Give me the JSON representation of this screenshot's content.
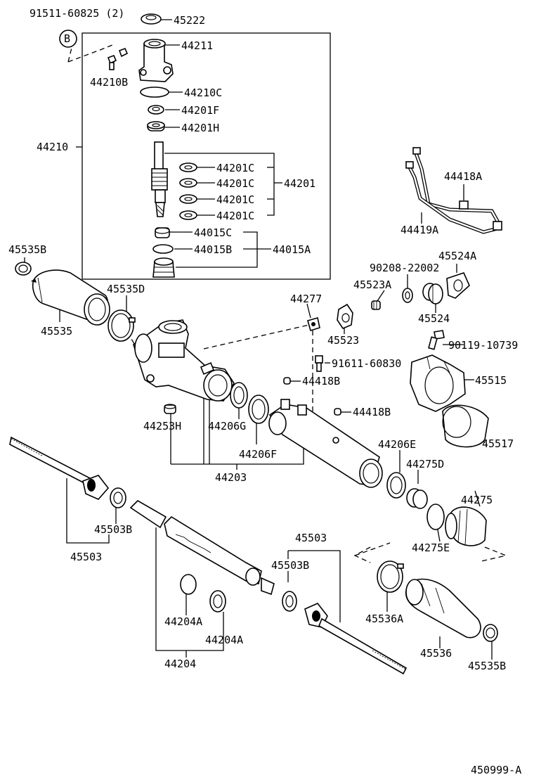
{
  "labels": {
    "l_91511": "91511-60825 (2)",
    "l_45222": "45222",
    "l_44211": "44211",
    "l_44210b": "44210B",
    "l_44210c": "44210C",
    "l_44201f": "44201F",
    "l_44201h": "44201H",
    "l_44210": "44210",
    "l_44201c_1": "44201C",
    "l_44201c_2": "44201C",
    "l_44201c_3": "44201C",
    "l_44201c_4": "44201C",
    "l_44201": "44201",
    "l_44015c": "44015C",
    "l_44015b": "44015B",
    "l_44015a": "44015A",
    "l_44418a": "44418A",
    "l_44419a": "44419A",
    "l_45535b_top": "45535B",
    "l_45535d": "45535D",
    "l_45535": "45535",
    "l_90208": "90208-22002",
    "l_45524a": "45524A",
    "l_45523a": "45523A",
    "l_44277": "44277",
    "l_45524": "45524",
    "l_45523": "45523",
    "l_90119": "90119-10739",
    "l_91611": "91611-60830",
    "l_45515": "45515",
    "l_44418b_1": "44418B",
    "l_44418b_2": "44418B",
    "l_44253h": "44253H",
    "l_44206g": "44206G",
    "l_44206f": "44206F",
    "l_44203": "44203",
    "l_44206e": "44206E",
    "l_45517": "45517",
    "l_44275d": "44275D",
    "l_44275": "44275",
    "l_44275e": "44275E",
    "l_45503b_left": "45503B",
    "l_45503_left": "45503",
    "l_45503_right": "45503",
    "l_45503b_right": "45503B",
    "l_44204a_1": "44204A",
    "l_44204a_2": "44204A",
    "l_44204": "44204",
    "l_45536a": "45536A",
    "l_45536": "45536",
    "l_45535b_bottom": "45535B",
    "l_figure_id": "450999-A"
  },
  "callout": {
    "letter": "B"
  }
}
